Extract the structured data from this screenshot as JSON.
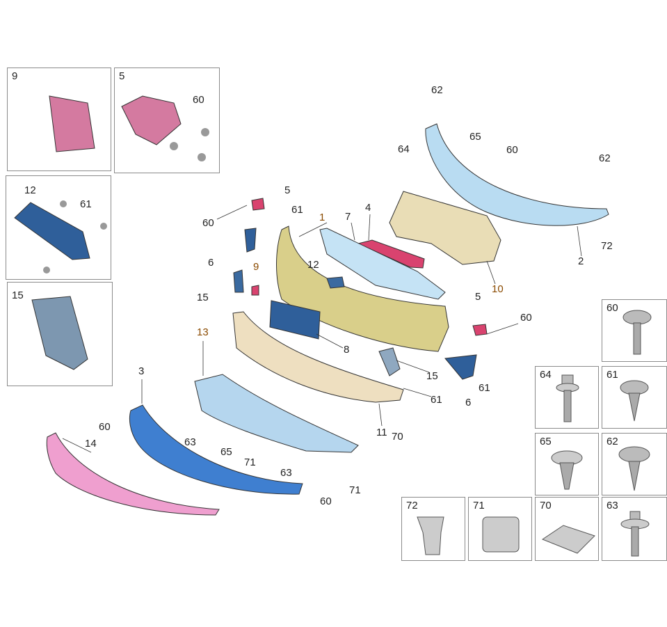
{
  "diagram": {
    "title": "Front bumper exploded parts view",
    "inset_boxes": [
      {
        "id": "inset-9",
        "labels": [
          "9"
        ]
      },
      {
        "id": "inset-5",
        "labels": [
          "5",
          "60"
        ]
      },
      {
        "id": "inset-12",
        "labels": [
          "12",
          "61"
        ]
      },
      {
        "id": "inset-15",
        "labels": [
          "15"
        ]
      }
    ],
    "hardware_boxes": [
      "60",
      "64",
      "61",
      "65",
      "62",
      "72",
      "71",
      "70",
      "63"
    ],
    "callouts": [
      "62",
      "65",
      "60",
      "62",
      "64",
      "2",
      "72",
      "10",
      "4",
      "7",
      "1",
      "5",
      "61",
      "60",
      "6",
      "9",
      "12",
      "15",
      "5",
      "60",
      "8",
      "15",
      "61",
      "6",
      "61",
      "13",
      "3",
      "11",
      "70",
      "60",
      "14",
      "63",
      "65",
      "71",
      "63",
      "71",
      "60"
    ],
    "colors": {
      "bumper_cover": "#d9cf8a",
      "upper_trim": "#b9dcf2",
      "absorber": "#c5e3f5",
      "lower_spoiler": "#3f7fd0",
      "lip": "#ef9fcf",
      "grille": "#b5d6ee",
      "bracket": "#d9436f",
      "carrier": "#e9ddb6",
      "dark_blue": "#2f5f9a"
    }
  }
}
